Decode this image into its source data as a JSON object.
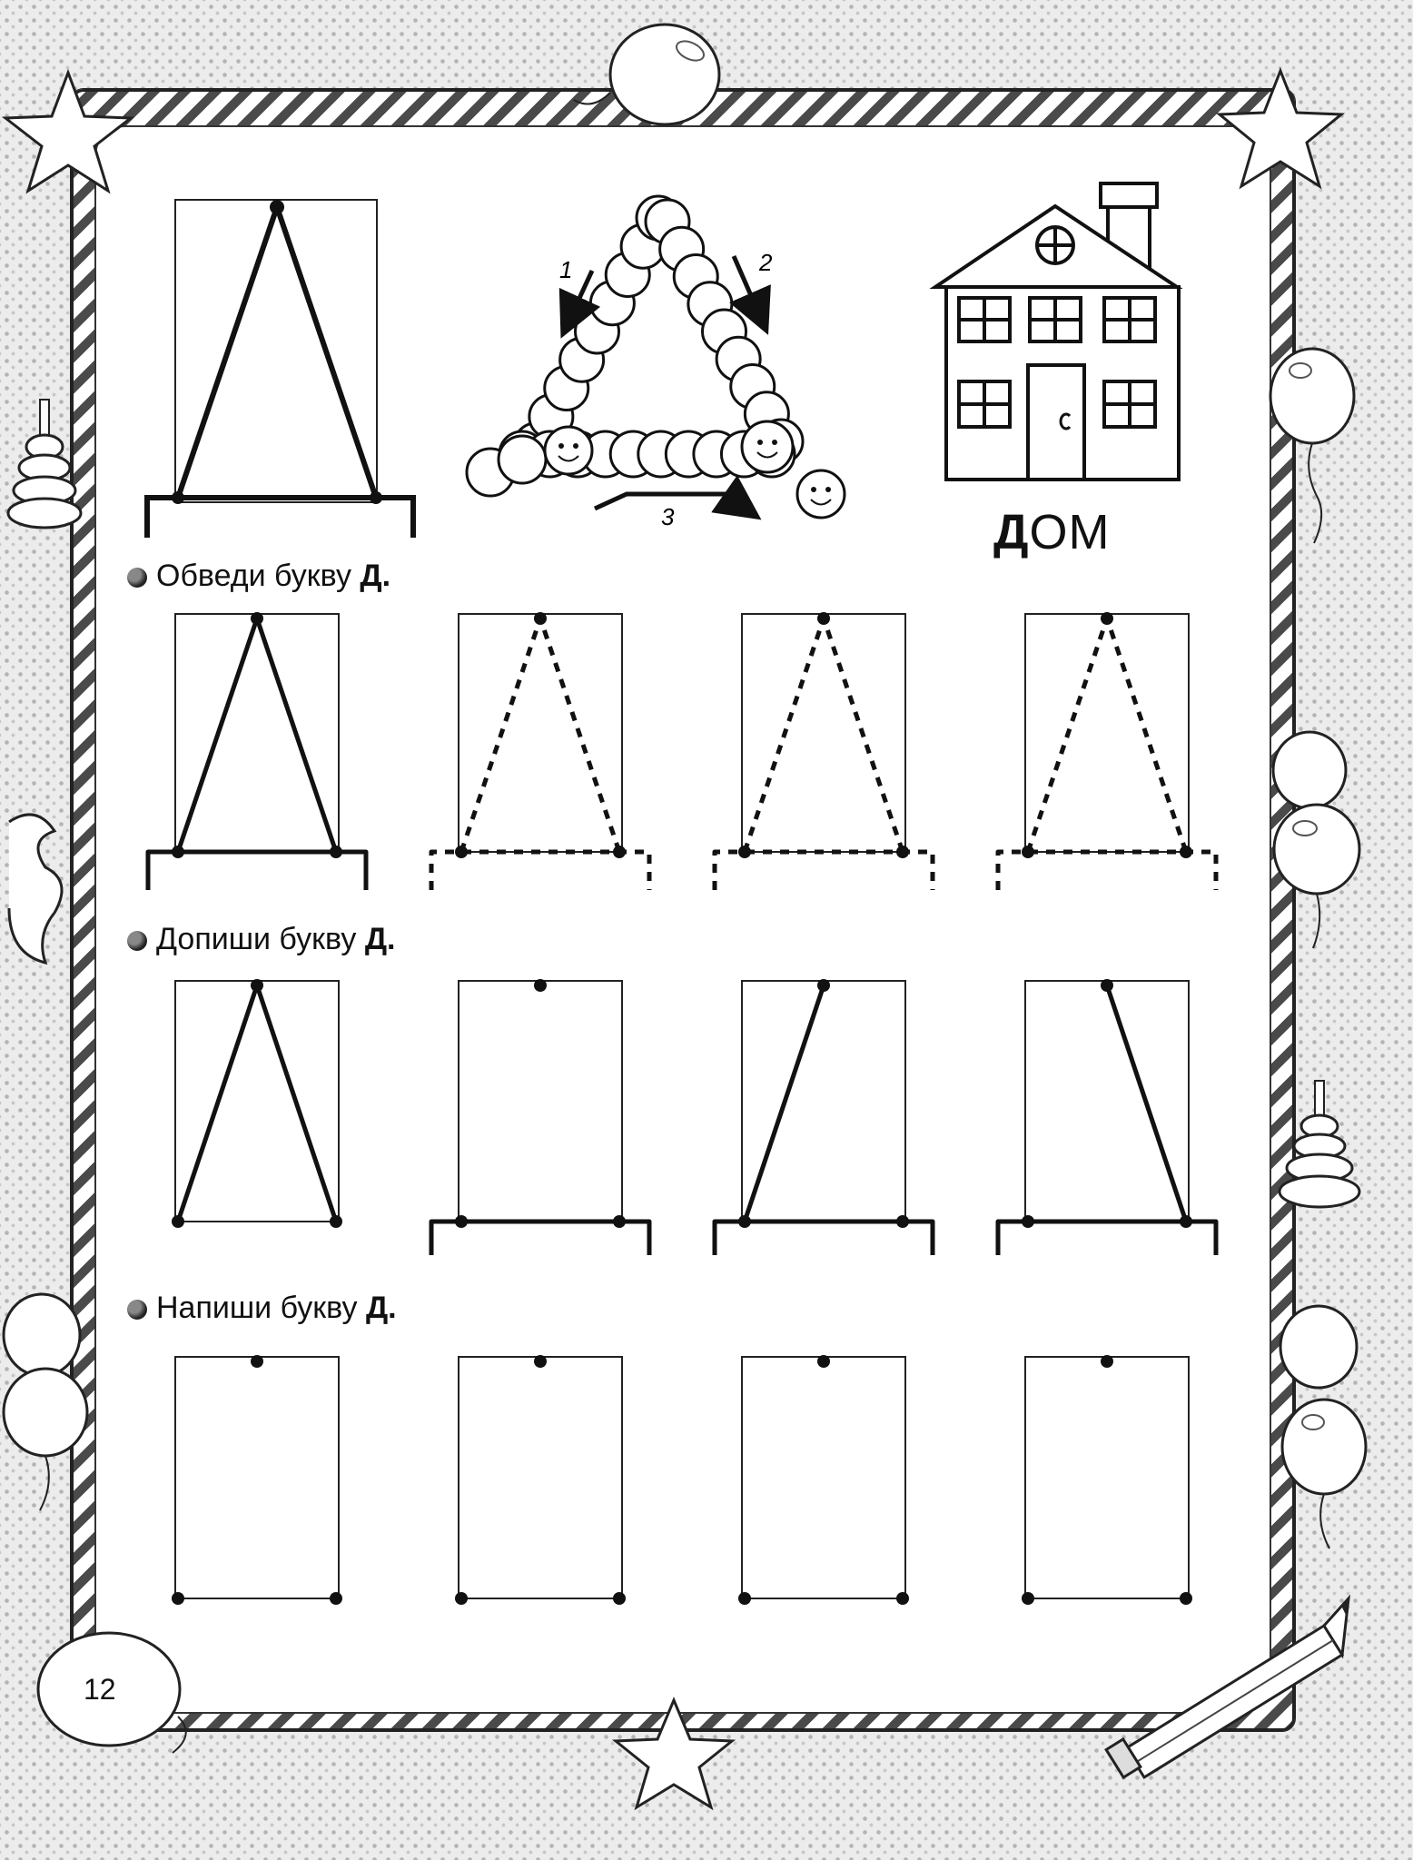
{
  "page": {
    "number": "12"
  },
  "example": {
    "stroke_order_labels": [
      "1",
      "2",
      "3"
    ],
    "word_letter": "Д",
    "word_rest": "ОМ"
  },
  "sections": [
    {
      "instruction": "Обведи букву",
      "letter": "Д."
    },
    {
      "instruction": "Допиши букву",
      "letter": "Д."
    },
    {
      "instruction": "Напиши букву",
      "letter": "Д."
    }
  ],
  "colors": {
    "ink": "#111111",
    "page": "#ffffff",
    "frame_dark": "#4a4a4a",
    "dots_background": "#ececec"
  },
  "icons": [
    "star-icon",
    "balloon-icon",
    "caterpillar-icon",
    "house-icon",
    "pyramid-toy-icon",
    "pencil-icon"
  ]
}
